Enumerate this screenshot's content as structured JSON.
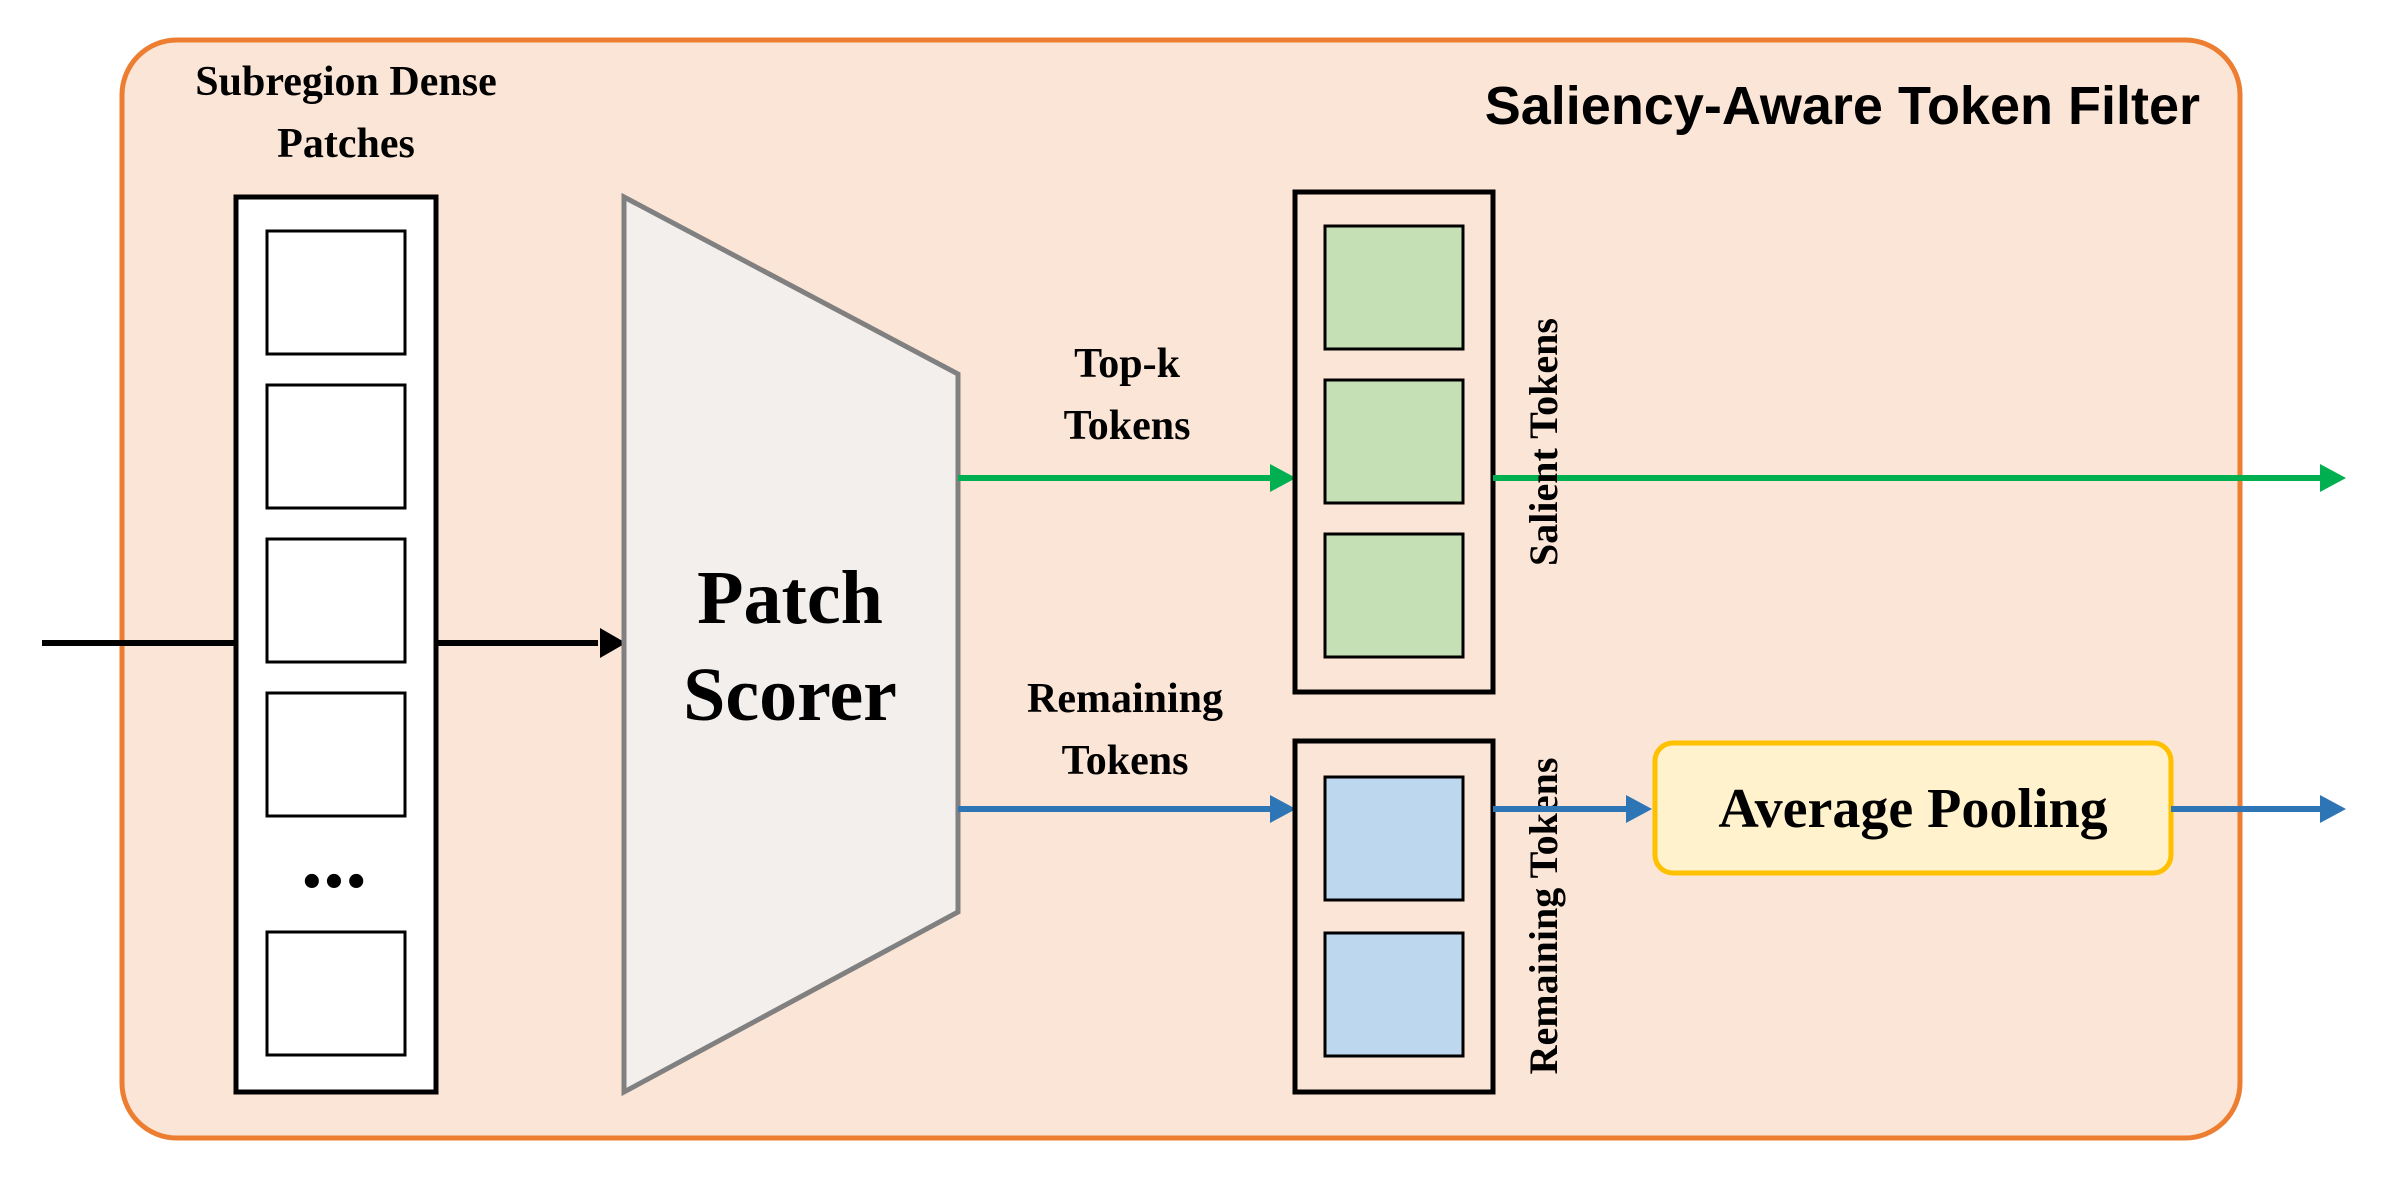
{
  "title": "Saliency-Aware Token Filter",
  "input_label": {
    "line1": "Subregion Dense",
    "line2": "Patches"
  },
  "ellipsis": "•••",
  "scorer_label": {
    "line1": "Patch",
    "line2": "Scorer"
  },
  "topk_label": {
    "line1": "Top-k",
    "line2": "Tokens"
  },
  "remaining_label": {
    "line1": "Remaining",
    "line2": "Tokens"
  },
  "salient_stack_label": "Salient Tokens",
  "remaining_stack_label": "Remaining Tokens",
  "pooling_label": "Average Pooling",
  "colors": {
    "panel_fill": "#fbe5d6",
    "panel_border": "#ed7d31",
    "salient_fill": "#c5e0b4",
    "remaining_fill": "#bdd7ee",
    "green_arrow": "#00b050",
    "blue_arrow": "#2e75b6",
    "pooling_fill": "#fff2cc",
    "pooling_border": "#ffc000",
    "scorer_fill": "#f2efec",
    "scorer_border": "#808080"
  }
}
